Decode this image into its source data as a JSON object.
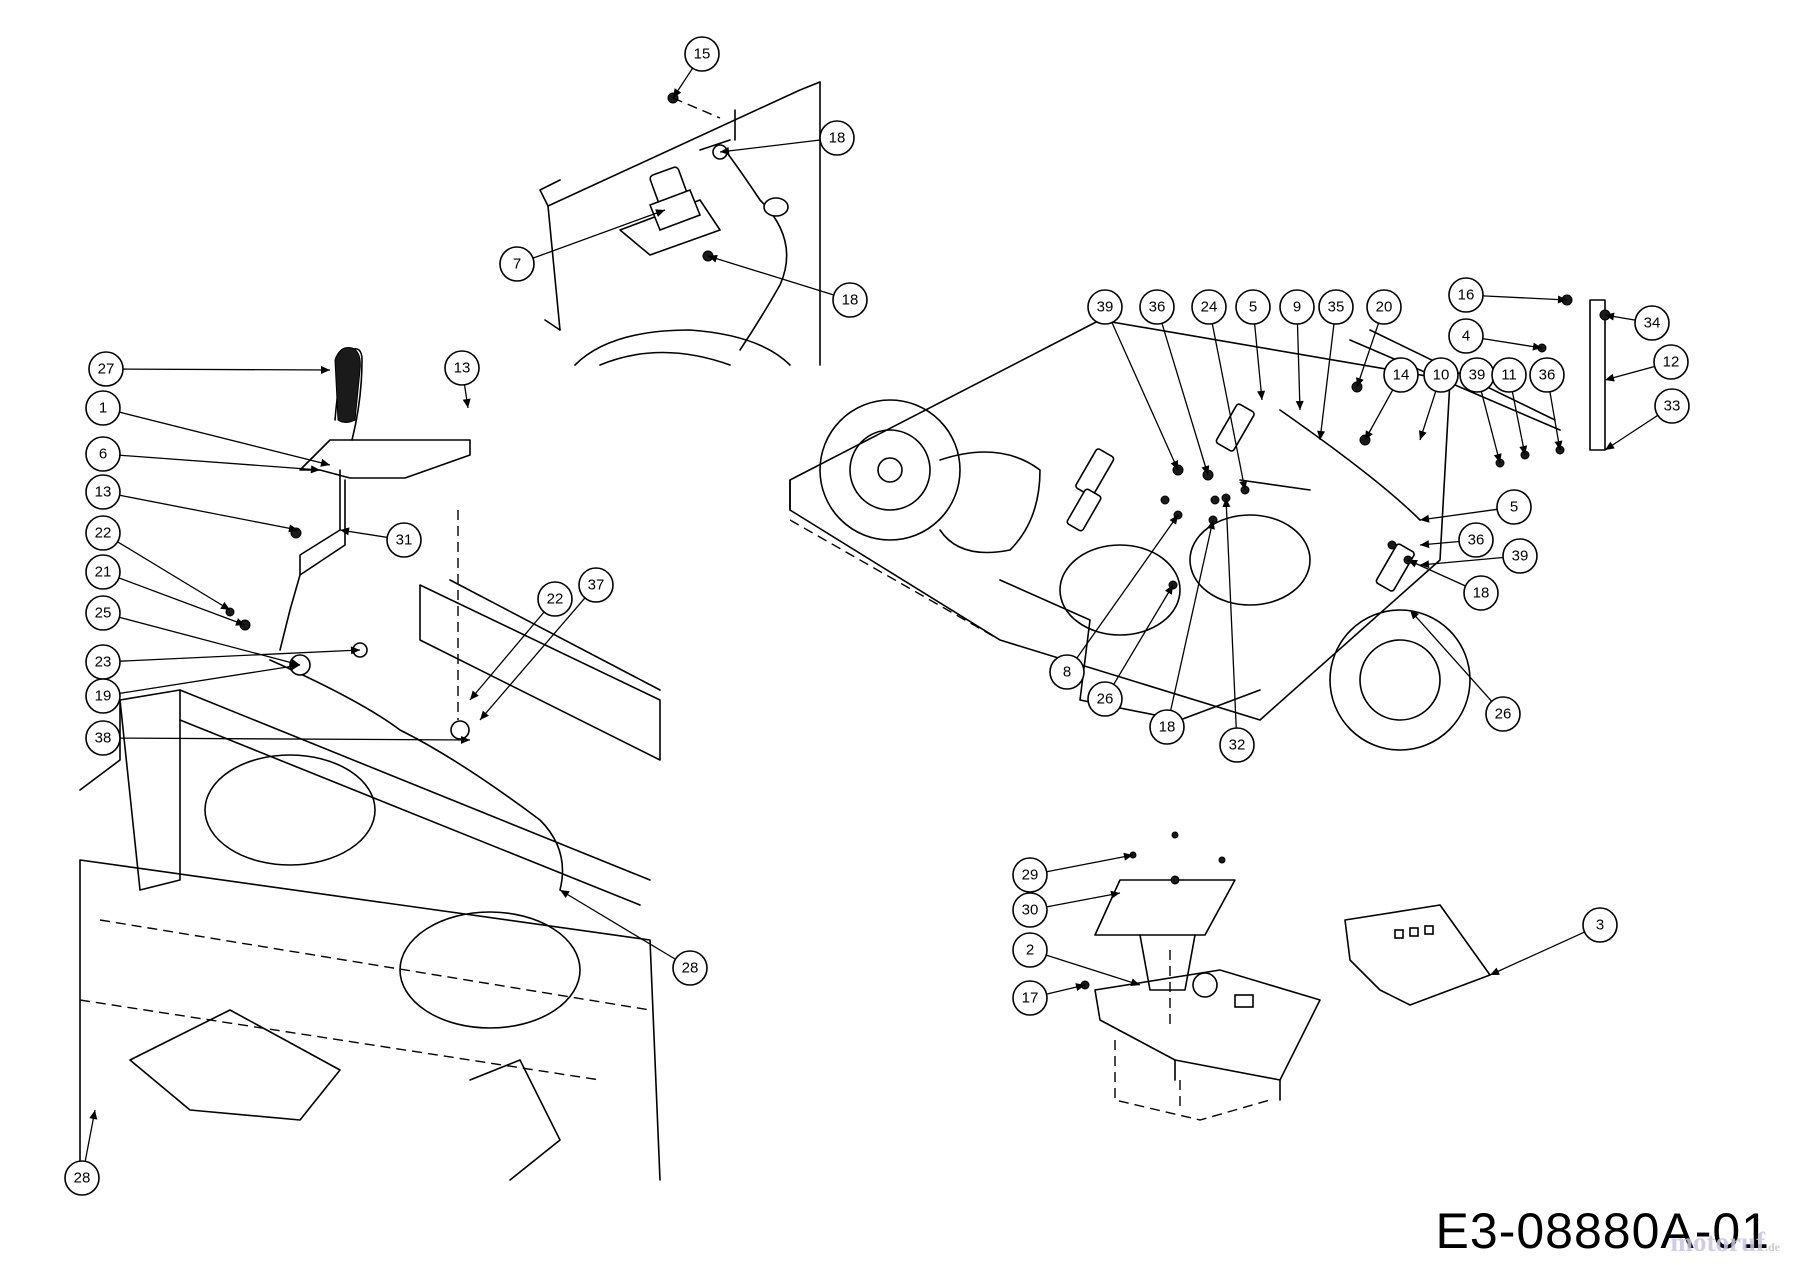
{
  "drawing_code": "E3-08880A-01",
  "watermark": {
    "name": "motoruf",
    "tld": ".de"
  },
  "callouts": [
    {
      "label": "15"
    },
    {
      "label": "18"
    },
    {
      "label": "7"
    },
    {
      "label": "18"
    },
    {
      "label": "27"
    },
    {
      "label": "13"
    },
    {
      "label": "1"
    },
    {
      "label": "6"
    },
    {
      "label": "13"
    },
    {
      "label": "22"
    },
    {
      "label": "31"
    },
    {
      "label": "21"
    },
    {
      "label": "22"
    },
    {
      "label": "37"
    },
    {
      "label": "25"
    },
    {
      "label": "23"
    },
    {
      "label": "19"
    },
    {
      "label": "38"
    },
    {
      "label": "28"
    },
    {
      "label": "28"
    },
    {
      "label": "39"
    },
    {
      "label": "36"
    },
    {
      "label": "24"
    },
    {
      "label": "5"
    },
    {
      "label": "9"
    },
    {
      "label": "35"
    },
    {
      "label": "20"
    },
    {
      "label": "16"
    },
    {
      "label": "34"
    },
    {
      "label": "4"
    },
    {
      "label": "12"
    },
    {
      "label": "14"
    },
    {
      "label": "10"
    },
    {
      "label": "39"
    },
    {
      "label": "11"
    },
    {
      "label": "36"
    },
    {
      "label": "33"
    },
    {
      "label": "5"
    },
    {
      "label": "36"
    },
    {
      "label": "39"
    },
    {
      "label": "18"
    },
    {
      "label": "8"
    },
    {
      "label": "26"
    },
    {
      "label": "18"
    },
    {
      "label": "32"
    },
    {
      "label": "26"
    },
    {
      "label": "29"
    },
    {
      "label": "30"
    },
    {
      "label": "2"
    },
    {
      "label": "17"
    },
    {
      "label": "3"
    }
  ]
}
